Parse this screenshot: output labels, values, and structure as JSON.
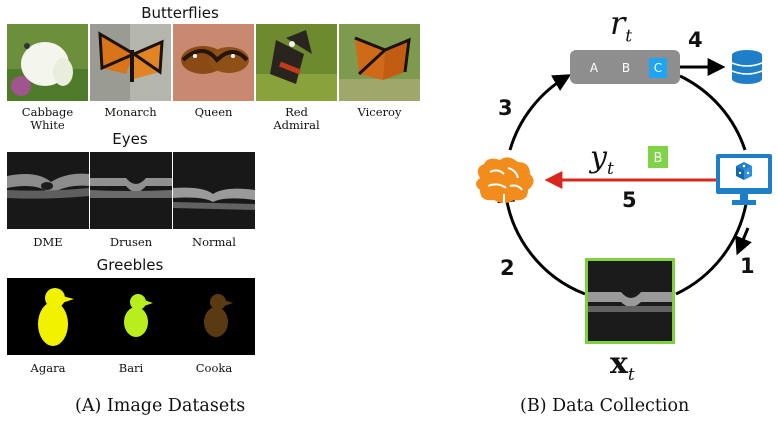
{
  "panel_a": {
    "caption": "(A) Image Datasets",
    "butterflies": {
      "title": "Butterflies",
      "items": [
        {
          "label": "Cabbage\nWhite"
        },
        {
          "label": "Monarch"
        },
        {
          "label": "Queen"
        },
        {
          "label": "Red\nAdmiral"
        },
        {
          "label": "Viceroy"
        }
      ]
    },
    "eyes": {
      "title": "Eyes",
      "items": [
        {
          "label": "DME"
        },
        {
          "label": "Drusen"
        },
        {
          "label": "Normal"
        }
      ]
    },
    "greebles": {
      "title": "Greebles",
      "items": [
        {
          "label": "Agara",
          "color": "#f2f200"
        },
        {
          "label": "Bari",
          "color": "#b8ee1e"
        },
        {
          "label": "Cooka",
          "color": "#5a3a12"
        }
      ]
    }
  },
  "panel_b": {
    "caption": "(B) Data Collection",
    "reward_symbol": "r",
    "reward_sub": "t",
    "label_symbol": "y",
    "label_sub": "t",
    "label_badge": "B",
    "input_symbol": "x",
    "input_sub": "t",
    "options": [
      "A",
      "B",
      "C"
    ],
    "selected_option": "C",
    "steps": [
      "1",
      "2",
      "3",
      "4",
      "5"
    ],
    "colors": {
      "brain": "#f28c1c",
      "monitor": "#1f7ec8",
      "database": "#1f7ec8",
      "red_arrow": "#d9271c",
      "green_frame": "#7fd13b",
      "badge_green": "#7ed348",
      "option_box": "#8e8e8e",
      "selected_blue": "#1ea5f5"
    },
    "icons": [
      "brain-icon",
      "monitor-icon",
      "dice-icon",
      "database-icon"
    ]
  }
}
